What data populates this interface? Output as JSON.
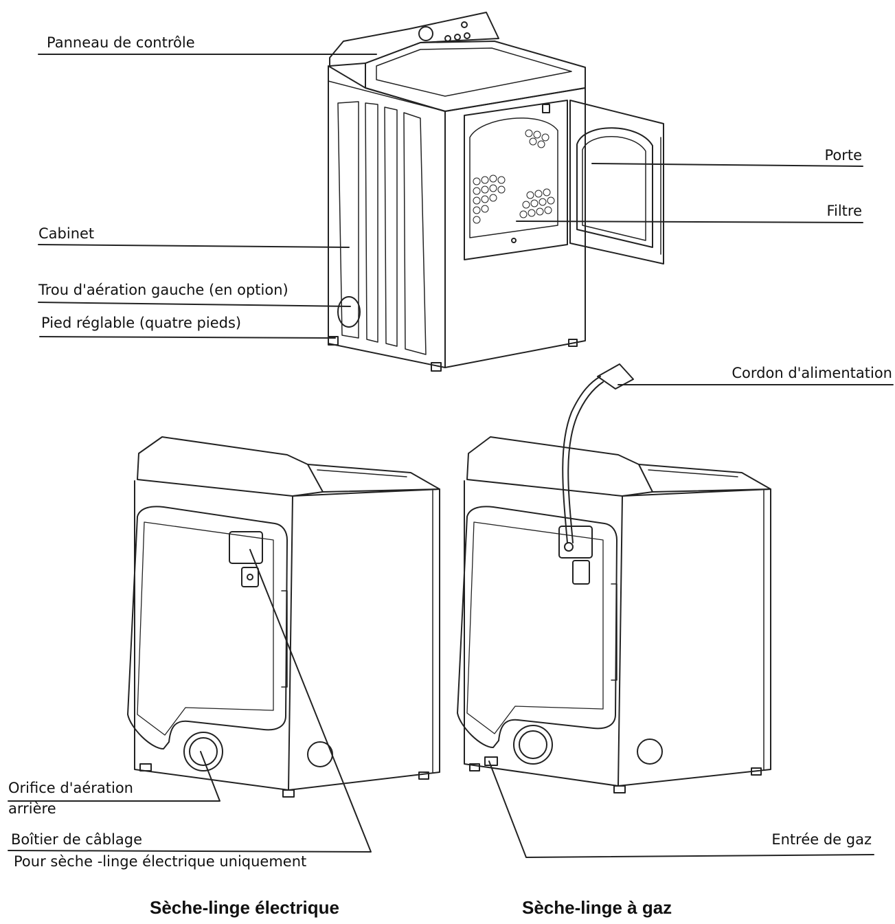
{
  "labels": {
    "control_panel": "Panneau de contrôle",
    "cabinet": "Cabinet",
    "left_vent": "Trou d'aération gauche (en option)",
    "adjustable_foot": "Pied réglable (quatre pieds)",
    "door": "Porte",
    "filter": "Filtre",
    "power_cord": "Cordon d'alimentation",
    "rear_vent_line1": "Orifice d'aération",
    "rear_vent_line2": "arrière",
    "wiring_box": "Boîtier de câblage",
    "wiring_note": "Pour sèche -linge électrique uniquement",
    "gas_inlet": "Entrée de gaz"
  },
  "captions": {
    "electric": "Sèche-linge électrique",
    "gas": "Sèche-linge à gaz"
  }
}
